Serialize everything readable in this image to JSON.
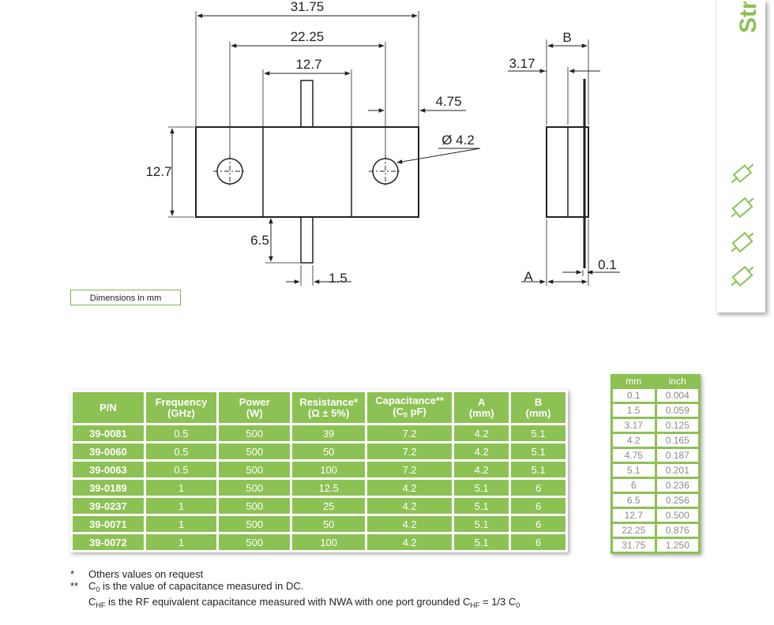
{
  "drawing": {
    "dims": {
      "overall_length": "31.75",
      "hole_spacing": "22.25",
      "body_width": "12.7",
      "tab_edge": "4.75",
      "hole_diameter": "Ø 4.2",
      "height": "12.7",
      "lead_length": "6.5",
      "lead_width": "1.5",
      "side_b": "B",
      "side_offset": "3.17",
      "side_a": "A",
      "lead_thickness": "0.1"
    },
    "caption": "Dimensions in mm"
  },
  "sidebar": {
    "title": "Str",
    "icons": [
      "resistor-icon",
      "resistor-icon",
      "resistor-icon",
      "resistor-icon"
    ]
  },
  "colors": {
    "accent": "#8cc154",
    "text": "#1a1a1a",
    "muted": "#8a8a8a"
  },
  "table": {
    "headers": [
      {
        "l1": "P/N",
        "l2": ""
      },
      {
        "l1": "Frequency",
        "l2": "(GHz)"
      },
      {
        "l1": "Power",
        "l2": "(W)"
      },
      {
        "l1": "Resistance*",
        "l2": "(Ω ± 5%)"
      },
      {
        "l1": "Capacitance**",
        "l2": "(C",
        "sub": "0",
        "l2b": " pF)"
      },
      {
        "l1": "A",
        "l2": "(mm)"
      },
      {
        "l1": "B",
        "l2": "(mm)"
      }
    ],
    "rows": [
      [
        "39-0081",
        "0.5",
        "500",
        "39",
        "7.2",
        "4.2",
        "5.1"
      ],
      [
        "39-0060",
        "0.5",
        "500",
        "50",
        "7.2",
        "4.2",
        "5.1"
      ],
      [
        "39-0063",
        "0.5",
        "500",
        "100",
        "7.2",
        "4.2",
        "5.1"
      ],
      [
        "39-0189",
        "1",
        "500",
        "12.5",
        "4.2",
        "5.1",
        "6"
      ],
      [
        "39-0237",
        "1",
        "500",
        "25",
        "4.2",
        "5.1",
        "6"
      ],
      [
        "39-0071",
        "1",
        "500",
        "50",
        "4.2",
        "5.1",
        "6"
      ],
      [
        "39-0072",
        "1",
        "500",
        "100",
        "4.2",
        "5.1",
        "6"
      ]
    ]
  },
  "conversion": {
    "headers": [
      "mm",
      "inch"
    ],
    "rows": [
      [
        "0.1",
        "0.004"
      ],
      [
        "1.5",
        "0.059"
      ],
      [
        "3.17",
        "0.125"
      ],
      [
        "4.2",
        "0.165"
      ],
      [
        "4.75",
        "0.187"
      ],
      [
        "5.1",
        "0.201"
      ],
      [
        "6",
        "0.236"
      ],
      [
        "6.5",
        "0.256"
      ],
      [
        "12.7",
        "0.500"
      ],
      [
        "22.25",
        "0.876"
      ],
      [
        "31.75",
        "1.250"
      ]
    ]
  },
  "notes": {
    "n1_mark": "*",
    "n1_text": "Others values on request",
    "n2_mark": "**",
    "n2_c": "C",
    "n2_sub": "0",
    "n2_text": " is the value of capacitance measured in DC.",
    "n3_c": "C",
    "n3_sub": "HF",
    "n3_text": " is the RF equivalent capacitance measured with NWA with one port grounded C",
    "n3_sub2": "HF",
    "n3_tail": " = 1/3 C",
    "n3_sub3": "0"
  }
}
